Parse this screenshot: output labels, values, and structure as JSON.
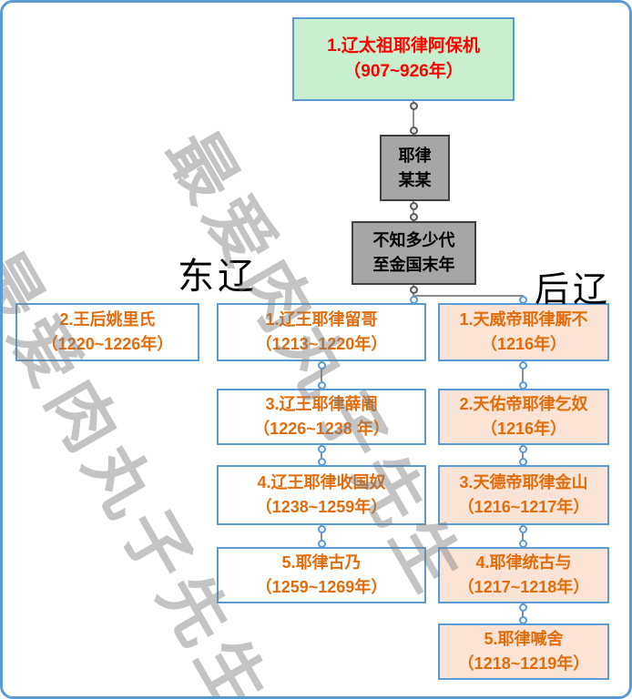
{
  "colors": {
    "border_blue": "#5b9bd5",
    "box_orange_text": "#e36c0a",
    "green_fill": "#c9f0ce",
    "peach_fill": "#fbe4d5",
    "gray_fill": "#a6a6a6",
    "root_text_red": "#ff0000"
  },
  "watermark": {
    "text": "最爱肉丸子先生"
  },
  "labels": {
    "east": "东辽",
    "later": "后辽"
  },
  "root": {
    "name": "1.辽太祖耶律阿保机",
    "years": "（907~926年）"
  },
  "ancestor": {
    "line1": "耶律",
    "line2": "某某"
  },
  "gap": {
    "line1": "不知多少代",
    "line2": "至金国末年"
  },
  "queen": {
    "name": "2.王后姚里氏",
    "years": "（1220~1226年）"
  },
  "east_liao": [
    {
      "name": "1.辽王耶律留哥",
      "years": "（1213~1220年）"
    },
    {
      "name": "3.辽王耶律薛阇",
      "years": "（1226~1238 年）"
    },
    {
      "name": "4.辽王耶律收国奴",
      "years": "（1238~1259年）"
    },
    {
      "name": "5.耶律古乃",
      "years": "（1259~1269年）"
    }
  ],
  "later_liao": [
    {
      "name": "1.天威帝耶律厮不",
      "years": "（1216年）"
    },
    {
      "name": "2.天佑帝耶律乞奴",
      "years": "（1216年）"
    },
    {
      "name": "3.天德帝耶律金山",
      "years": "（1216~1217年）"
    },
    {
      "name": "4.耶律统古与",
      "years": "（1217~1218年）"
    },
    {
      "name": "5.耶律喊舍",
      "years": "（1218~1219年）"
    }
  ]
}
